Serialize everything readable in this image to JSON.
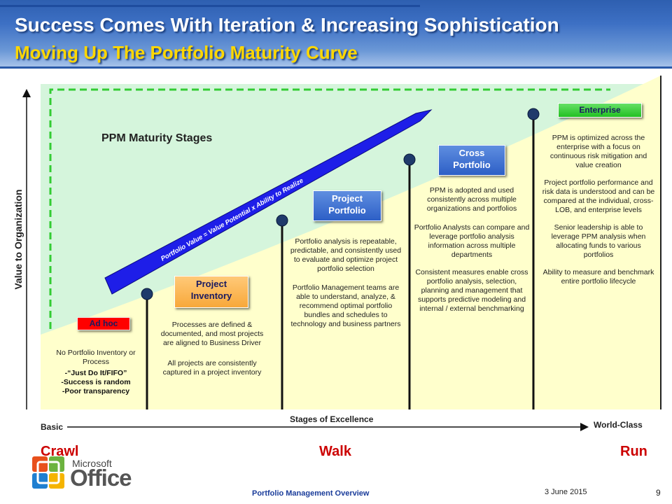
{
  "header": {
    "title": "Success Comes With Iteration & Increasing Sophistication",
    "subtitle": "Moving Up The Portfolio Maturity Curve"
  },
  "diagram": {
    "heading": "PPM Maturity Stages",
    "y_axis_label": "Value to Organization",
    "x_axis_label": "Stages of Excellence",
    "x_left": "Basic",
    "x_right": "World-Class",
    "arrow_label": "Portfolio Value = Value Potential x Ability to Realize",
    "colors": {
      "green_region": "#d5f5dc",
      "yellow_region": "#ffffcc",
      "arrow": "#1e1ee8",
      "dash": "#33cc33"
    }
  },
  "stages": [
    {
      "name": "Ad hoc",
      "lines": [
        "No Portfolio Inventory or Process"
      ],
      "bullets": [
        "-“Just Do It/FIFO”",
        "-Success is random",
        "-Poor transparency"
      ]
    },
    {
      "name_line1": "Project",
      "name_line2": "Inventory",
      "p1": "Processes are defined & documented, and most projects are aligned to Business Driver",
      "p2": "All projects are consistently captured in a project inventory"
    },
    {
      "name_line1": "Project",
      "name_line2": "Portfolio",
      "p1": "Portfolio analysis is repeatable, predictable, and consistently used to evaluate and optimize project portfolio selection",
      "p2": "Portfolio Management teams are able to understand, analyze, & recommend optimal portfolio bundles and schedules to technology and business partners"
    },
    {
      "name_line1": "Cross",
      "name_line2": "Portfolio",
      "p1": "PPM is adopted and used consistently across multiple organizations and portfolios",
      "p2": "Portfolio Analysts can compare and leverage portfolio analysis information across multiple departments",
      "p3": "Consistent measures enable cross portfolio analysis, selection, planning and management that supports predictive modeling and internal / external benchmarking"
    },
    {
      "name": "Enterprise",
      "p1": "PPM is optimized across the enterprise with a focus on continuous risk mitigation and value creation",
      "p2": "Project portfolio performance and risk data is understood and can be compared at the individual, cross-LOB, and enterprise levels",
      "p3": "Senior leadership is able to leverage PPM analysis when allocating funds to various portfolios",
      "p4": "Ability to measure and benchmark entire portfolio lifecycle"
    }
  ],
  "phases": {
    "crawl": "Crawl",
    "walk": "Walk",
    "run": "Run"
  },
  "footer": {
    "brand_small": "Microsoft",
    "brand_big": "Office",
    "presentation": "Portfolio Management Overview",
    "date": "3 June 2015",
    "page": "9"
  }
}
